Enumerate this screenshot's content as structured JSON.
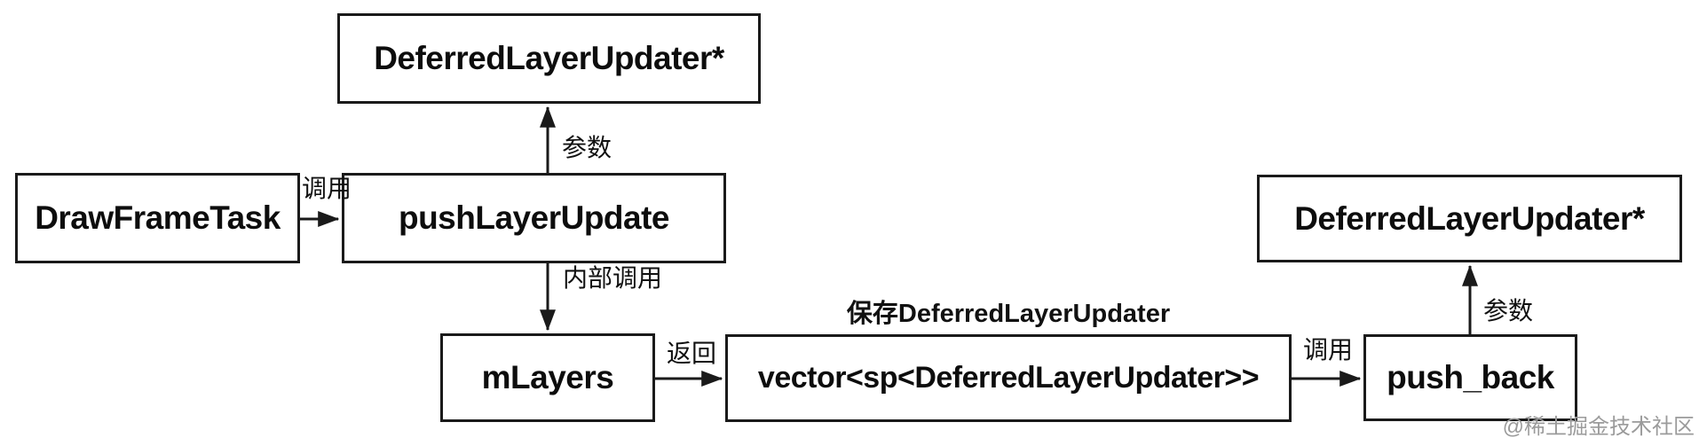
{
  "diagram": {
    "nodes": {
      "deferred_top": {
        "label": "DeferredLayerUpdater*"
      },
      "draw_frame_task": {
        "label": "DrawFrameTask"
      },
      "push_layer_update": {
        "label": "pushLayerUpdate"
      },
      "m_layers": {
        "label": "mLayers"
      },
      "vector_sp": {
        "label": "vector<sp<DeferredLayerUpdater>>"
      },
      "push_back": {
        "label": "push_back"
      },
      "deferred_right": {
        "label": "DeferredLayerUpdater*"
      }
    },
    "edge_labels": {
      "call_left": "调用",
      "param_left": "参数",
      "internal_call": "内部调用",
      "return": "返回",
      "save_note": "保存DeferredLayerUpdater",
      "call_right": "调用",
      "param_right": "参数"
    },
    "watermark": "@稀土掘金技术社区",
    "colors": {
      "line": "#1a1a1a",
      "text": "#0d0d0d",
      "watermark": "#9b9b9b",
      "background": "#ffffff"
    }
  }
}
